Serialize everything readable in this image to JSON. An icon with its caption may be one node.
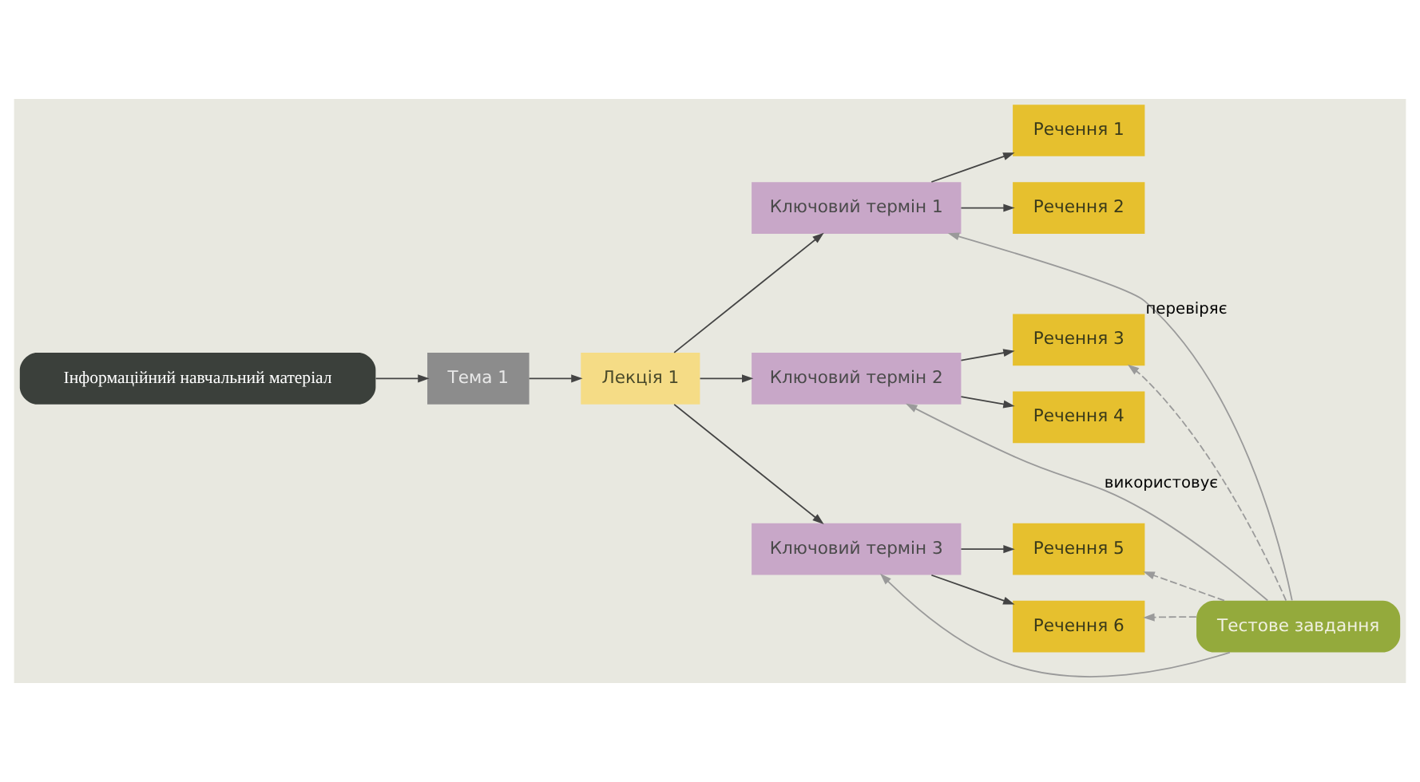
{
  "diagram": {
    "nodes": [
      {
        "text": [
          "Інформаційний навчальний матеріал"
        ]
      },
      {
        "text": [
          "Тема 1"
        ]
      },
      {
        "text": [
          "Лекція 1"
        ]
      },
      {
        "text": [
          "Ключовий термін 1"
        ]
      },
      {
        "text": [
          "Речення 1"
        ]
      },
      {
        "text": [
          "Речення 2"
        ]
      },
      {
        "text": [
          "Ключовий термін 2"
        ]
      },
      {
        "text": [
          "Речення 3"
        ]
      },
      {
        "text": [
          "Речення 4"
        ]
      },
      {
        "text": [
          "Ключовий термін 3"
        ]
      },
      {
        "text": [
          "Речення 5"
        ]
      },
      {
        "text": [
          "Речення 6"
        ]
      },
      {
        "text": [
          "Тестове завдання"
        ]
      }
    ],
    "edges": [
      {
        "from": 0,
        "to": 1,
        "arrow": "to"
      },
      {
        "from": 1,
        "to": 2,
        "arrow": "to"
      },
      {
        "from": 2,
        "to": 3,
        "arrow": "to"
      },
      {
        "from": 3,
        "to": 4,
        "arrow": "to"
      },
      {
        "from": 3,
        "to": 5,
        "arrow": "to"
      },
      {
        "from": 2,
        "to": 6,
        "arrow": "to"
      },
      {
        "from": 6,
        "to": 7,
        "arrow": "to"
      },
      {
        "from": 6,
        "to": 8,
        "arrow": "to"
      },
      {
        "from": 2,
        "to": 9,
        "arrow": "to"
      },
      {
        "from": 9,
        "to": 10,
        "arrow": "to"
      },
      {
        "from": 9,
        "to": 11,
        "arrow": "to"
      },
      {
        "from": 12,
        "to": 3,
        "arrow": "to",
        "label": "перевіряє",
        "color": "#9a9a9a"
      },
      {
        "from": 12,
        "to": 6,
        "arrow": "to",
        "color": "#9a9a9a"
      },
      {
        "from": 12,
        "to": 9,
        "arrow": "to",
        "color": "#9a9a9a"
      },
      {
        "from": 12,
        "to": 7,
        "arrow": "to",
        "style": "dashed",
        "label": "використовує",
        "color": "#9a9a9a"
      },
      {
        "from": 12,
        "to": 10,
        "arrow": "to",
        "style": "dashed",
        "color": "#9a9a9a"
      },
      {
        "from": 12,
        "to": 11,
        "arrow": "to",
        "style": "dashed",
        "color": "#9a9a9a"
      }
    ]
  }
}
